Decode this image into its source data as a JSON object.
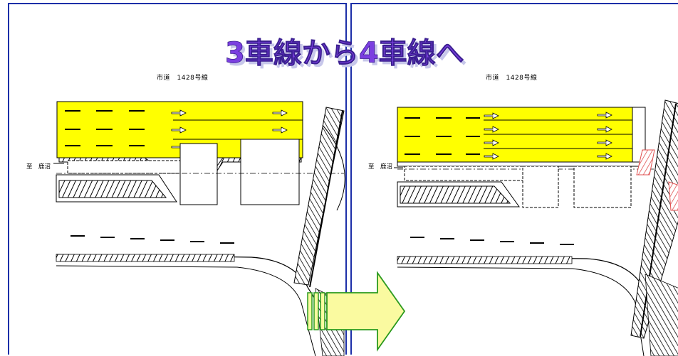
{
  "banner": {
    "text": "3車線から4車線へ"
  },
  "before": {
    "road_name": "市道　1428号線",
    "destination": "至　鹿沼"
  },
  "after": {
    "road_name": "市道　1428号線",
    "destination": "至　鹿沼"
  },
  "colors": {
    "lane_fill": "#ffff00",
    "frame": "#1c2fa8",
    "banner_fill": "#7b3fe0",
    "banner_shadow": "#c7c7ea",
    "arrow_fill": "#fafaa0",
    "arrow_stroke": "#2b9a1e",
    "restripe_mark": "#e05050"
  }
}
